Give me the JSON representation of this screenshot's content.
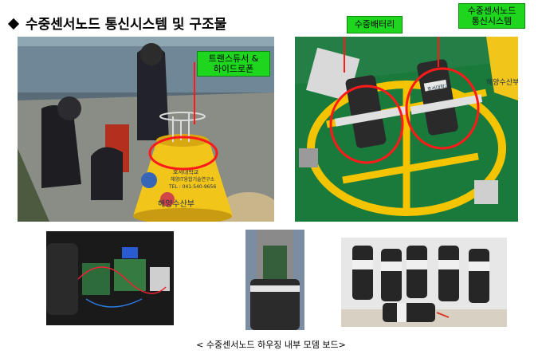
{
  "header": {
    "title": "수중센서노드 통신시스템 및 구조물"
  },
  "labels": {
    "transducer": "트랜스듀서 &\n하이드로폰",
    "battery": "수중배터리",
    "sensor_node": "수중센서노드\n통신시스템"
  },
  "signage": {
    "org1": "해양수산부",
    "org2": "해양수산부",
    "buoy_text_1": "호서대학교",
    "buoy_text_2": "해양IT융합기술연구소",
    "buoy_text_3": "TEL : 041-540-9656",
    "housing_text": "호서대학교"
  },
  "caption": "< 수중센서노드 하우징 내부 모뎀 보드>",
  "colors": {
    "label_green": "#1fd61f",
    "highlight_red": "#ff1a1a",
    "buoy_yellow": "#f2c51b",
    "frame_yellow": "#f5c400"
  }
}
